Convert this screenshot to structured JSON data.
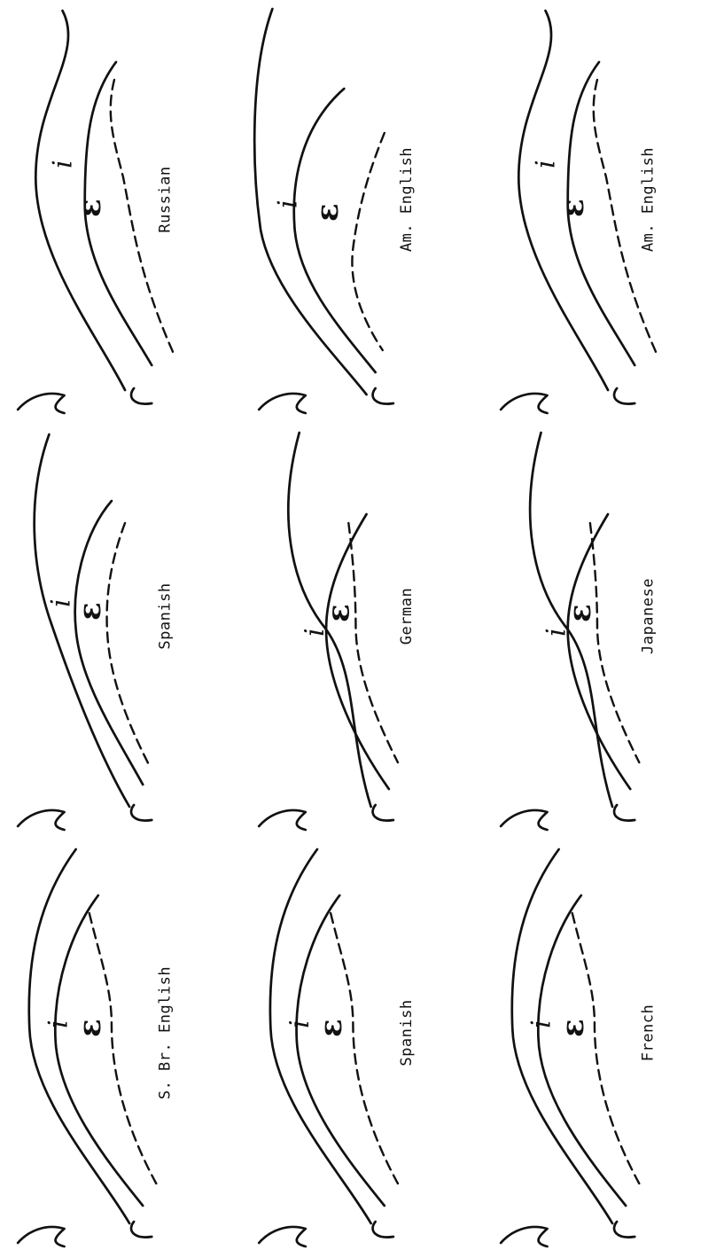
{
  "figure": {
    "vowel_symbols": {
      "i": "i",
      "e": "ε"
    },
    "panels": [
      {
        "label": "Russian",
        "variant": 0
      },
      {
        "label": "Spanish",
        "variant": 3
      },
      {
        "label": "S. Br. English",
        "variant": 2
      },
      {
        "label": "Am. English",
        "variant": 1
      },
      {
        "label": "German",
        "variant": 4
      },
      {
        "label": "Spanish",
        "variant": 2
      },
      {
        "label": "Am. English",
        "variant": 0
      },
      {
        "label": "Japanese",
        "variant": 4
      },
      {
        "label": "French",
        "variant": 2
      }
    ]
  }
}
